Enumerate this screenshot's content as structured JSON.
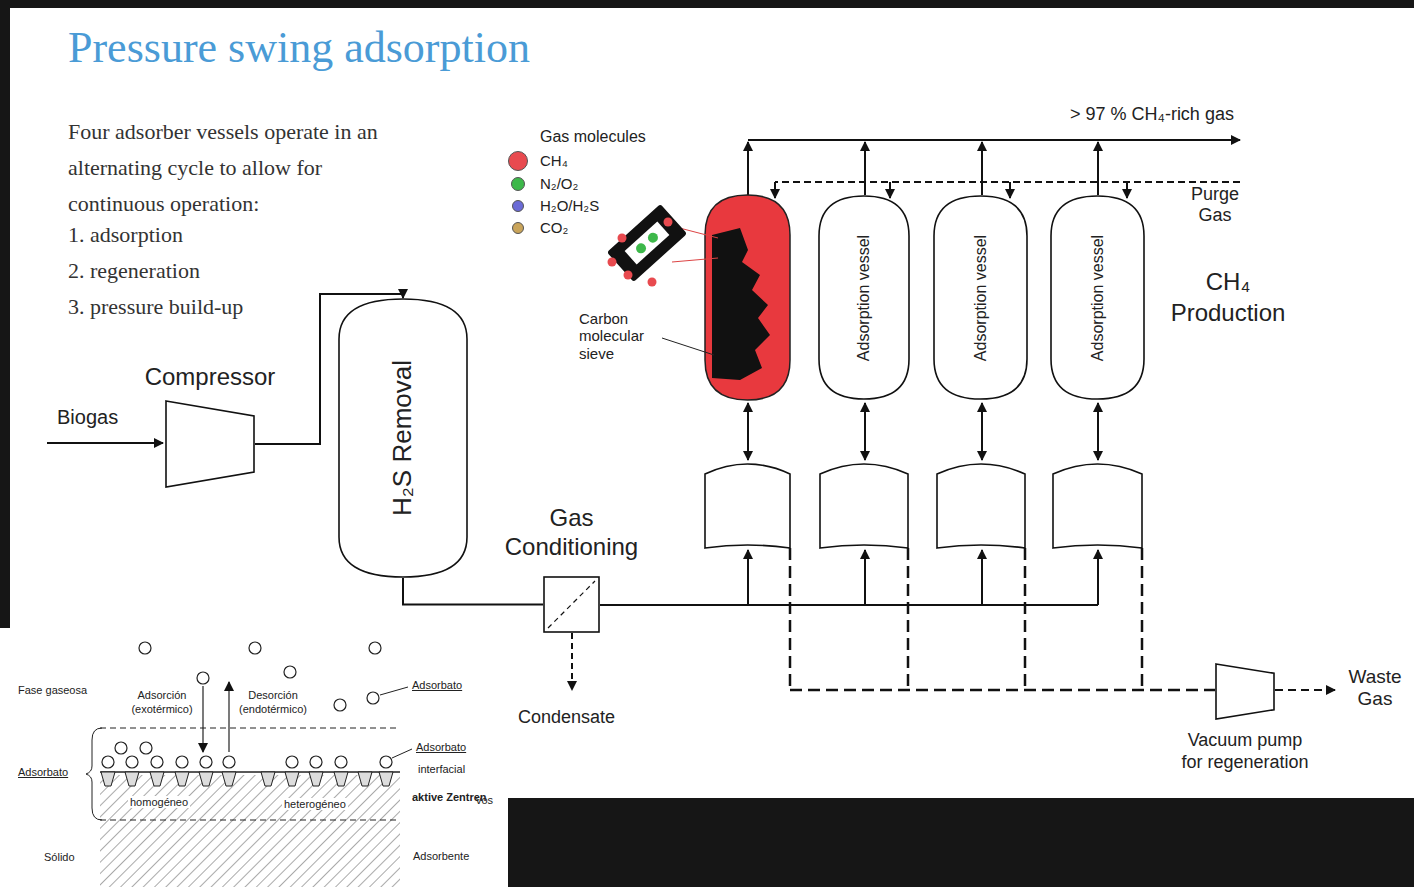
{
  "diagram": {
    "title": "Pressure swing adsorption",
    "nodes": [
      {
        "text": [
          "Compressor"
        ]
      },
      {
        "text": [
          "H₂S Removal"
        ]
      },
      {
        "text": [
          "Gas Conditioning"
        ]
      },
      {
        "text": [
          "Adsorption vessel"
        ]
      },
      {
        "text": [
          "Adsorption vessel"
        ]
      },
      {
        "text": [
          "Adsorption vessel"
        ]
      },
      {
        "text": [
          "Vacuum pump for regeneration"
        ]
      }
    ],
    "edges": [
      {
        "from": 0,
        "to": 1,
        "arrow": "to"
      },
      {
        "from": 1,
        "to": 2,
        "arrow": "none"
      }
    ],
    "labels": [
      "Four adsorber vessels operate in an alternating cycle to allow for continuous operation:",
      "1. adsorption",
      "2. regeneration",
      "3. pressure build-up",
      "Biogas",
      "Gas molecules",
      "Carbon molecular sieve",
      "> 97 % CH₄-rich gas",
      "Purge Gas",
      "CH₄ Production",
      "Condensate",
      "Waste Gas",
      "Fase gaseosa",
      "Adsorción (exotérmico)",
      "Desorción (endotérmico)",
      "Adsorbato",
      "Adsorbato",
      "interfacial",
      "Adsorbato",
      "homogéneo",
      "heterogéneo",
      "aktive Zentren",
      "vos",
      "Sólido",
      "Adsorbente"
    ],
    "legend": [
      {
        "text": "CH₄",
        "color": "#e84a4f"
      },
      {
        "text": "N₂/O₂",
        "color": "#3db84a"
      },
      {
        "text": "H₂O/H₂S",
        "color": "#6b6bd6"
      },
      {
        "text": "CO₂",
        "color": "#c9a45a"
      }
    ]
  }
}
